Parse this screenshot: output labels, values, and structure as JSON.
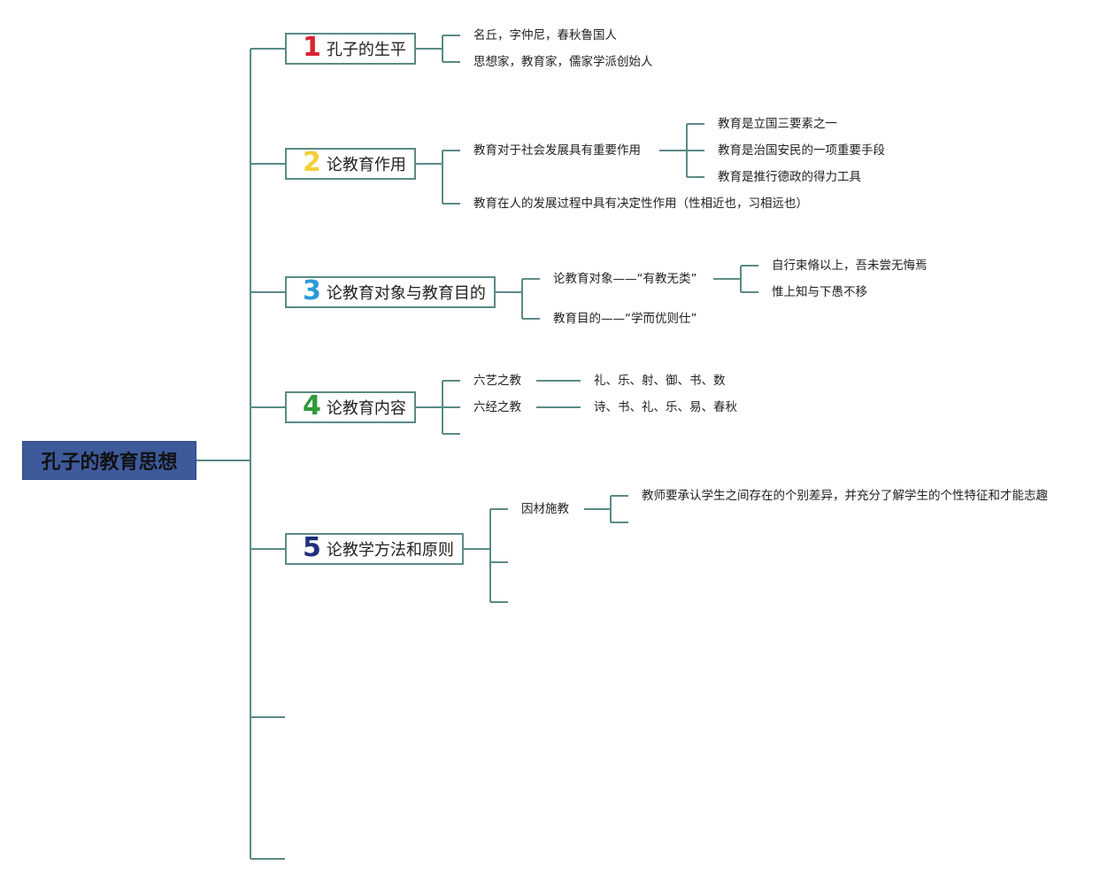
{
  "root": {
    "label": "孔子的教育思想"
  },
  "colors": {
    "line": "#5b8a86",
    "root_bg": "#3e5a9b",
    "num1": "#d9232e",
    "num2": "#f2cf3a",
    "num3": "#2a9ad8",
    "num4": "#2e9a3a",
    "num5": "#1f2f7a"
  },
  "branches": [
    {
      "number": "1",
      "label": "孔子的生平",
      "children": [
        {
          "text": "名丘，字仲尼，春秋鲁国人"
        },
        {
          "text": "思想家，教育家，儒家学派创始人"
        }
      ]
    },
    {
      "number": "2",
      "label": "论教育作用",
      "children": [
        {
          "text": "教育对于社会发展具有重要作用",
          "children": [
            {
              "text": "教育是立国三要素之一"
            },
            {
              "text": "教育是治国安民的一项重要手段"
            },
            {
              "text": "教育是推行德政的得力工具"
            }
          ]
        },
        {
          "text": "教育在人的发展过程中具有决定性作用（性相近也，习相远也）"
        }
      ]
    },
    {
      "number": "3",
      "label": "论教育对象与教育目的",
      "children": [
        {
          "text": "论教育对象——“有教无类”",
          "children": [
            {
              "text": "自行束脩以上，吾未尝无悔焉"
            },
            {
              "text": "惟上知与下愚不移"
            }
          ]
        },
        {
          "text": "教育目的——“学而优则仕”"
        }
      ]
    },
    {
      "number": "4",
      "label": "论教育内容",
      "children": [
        {
          "text": "六艺之教",
          "children": [
            {
              "text": "礼、乐、射、御、书、数"
            }
          ]
        },
        {
          "text": "六经之教",
          "children": [
            {
              "text": "诗、书、礼、乐、易、春秋"
            }
          ]
        }
      ]
    },
    {
      "number": "5",
      "label": "论教学方法和原则",
      "children": [
        {
          "text": "因材施教",
          "children": [
            {
              "text": "教师要承认学生之间存在的个别差异，并充分了解学生的个性特征和才能志趣"
            }
          ]
        }
      ]
    }
  ]
}
